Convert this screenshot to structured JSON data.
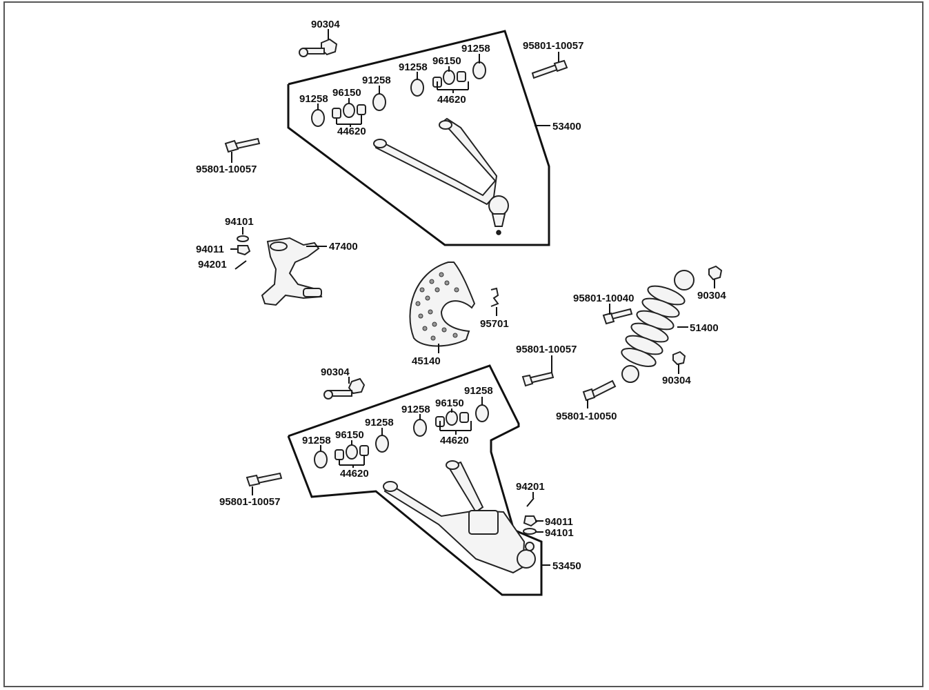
{
  "labels": {
    "upper_nut": "90304",
    "upper_bolt_right": "95801-10057",
    "upper_arm": "53400",
    "upper_bolt_left": "95801-10057",
    "ua_washer_top_right": "91258",
    "ua_bush_top_right": "96150",
    "ua_washer_top_mid": "91258",
    "ua_collar_right": "44620",
    "ua_washer_mid": "91258",
    "ua_bush_left": "96150",
    "ua_washer_left": "91258",
    "ua_collar_left": "44620",
    "knuckle_washer": "94101",
    "knuckle_nut": "94011",
    "knuckle_pin": "94201",
    "knuckle": "47400",
    "brake_disc": "45140",
    "disc_clip": "95701",
    "shock_bolt": "95801-10040",
    "shock_nut_top": "90304",
    "shock": "51400",
    "shock_nut_bottom": "90304",
    "lower_bolt_mid": "95801-10057",
    "lower_shock_bolt": "95801-10050",
    "lower_nut": "90304",
    "la_washer_top_right": "91258",
    "la_bush_top_right": "96150",
    "la_washer_top_mid": "91258",
    "la_collar_right": "44620",
    "la_washer_mid": "91258",
    "la_bush_left": "96150",
    "la_washer_left": "91258",
    "la_collar_left": "44620",
    "lower_bolt_left": "95801-10057",
    "lower_pin": "94201",
    "lower_nut_ball": "94011",
    "lower_washer_ball": "94101",
    "lower_arm": "53450"
  }
}
